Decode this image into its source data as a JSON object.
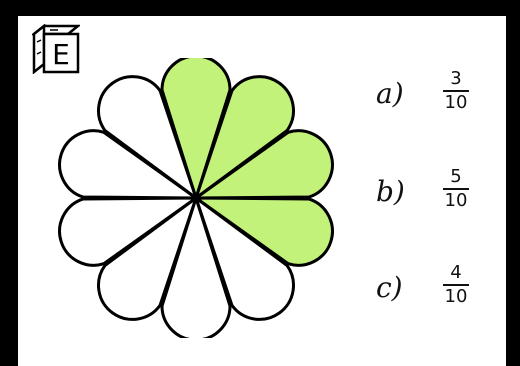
{
  "colors": {
    "frame": "#000000",
    "background": "#ffffff",
    "petal_filled": "#c2f27a",
    "petal_empty": "#ffffff",
    "stroke": "#000000"
  },
  "badge": {
    "letter": "E",
    "icon": "letter-block-icon"
  },
  "flower": {
    "total_petals": 10,
    "filled_petals": 4
  },
  "options": [
    {
      "label": "a)",
      "numerator": "3",
      "denominator": "10"
    },
    {
      "label": "b)",
      "numerator": "5",
      "denominator": "10"
    },
    {
      "label": "c)",
      "numerator": "4",
      "denominator": "10"
    }
  ]
}
